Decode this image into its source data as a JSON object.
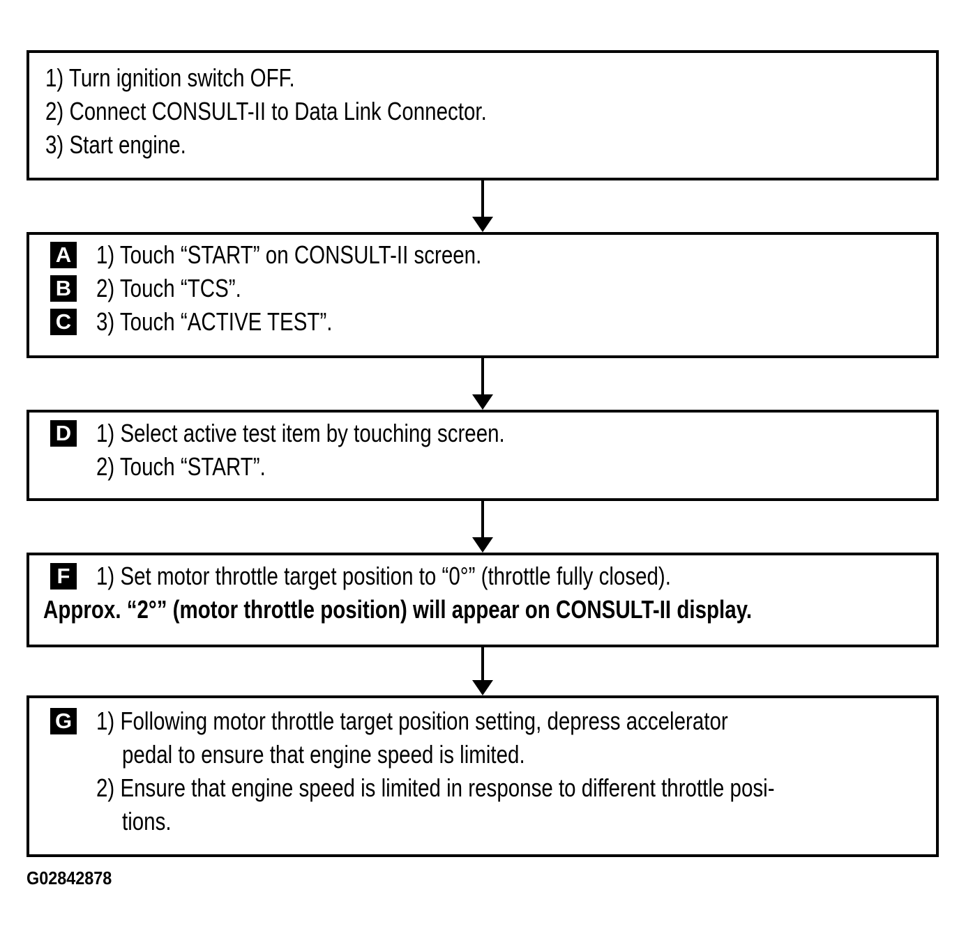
{
  "page": {
    "background_color": "#ffffff",
    "ink_color": "#000000",
    "figure_id": "G02842878"
  },
  "flowchart": {
    "type": "flowchart",
    "direction": "top-down",
    "boxes": [
      {
        "name": "preparation",
        "steps": [
          {
            "tag": "",
            "text": "1) Turn ignition switch OFF."
          },
          {
            "tag": "",
            "text": "2) Connect CONSULT-II to Data Link Connector."
          },
          {
            "tag": "",
            "text": "3) Start engine."
          }
        ]
      },
      {
        "name": "consult-menu-selection",
        "steps": [
          {
            "tag": "A",
            "text": "1) Touch “START” on CONSULT-II screen."
          },
          {
            "tag": "B",
            "text": "2) Touch “TCS”."
          },
          {
            "tag": "C",
            "text": "3) Touch “ACTIVE TEST”."
          }
        ]
      },
      {
        "name": "active-test-selection",
        "steps": [
          {
            "tag": "D",
            "text": "1) Select active test item by touching screen."
          },
          {
            "tag": "",
            "text": "2) Touch “START”."
          }
        ]
      },
      {
        "name": "throttle-target-setting",
        "steps": [
          {
            "tag": "F",
            "text": "1) Set motor throttle target position to “0°” (throttle fully closed)."
          }
        ],
        "note": "Approx. “2°” (motor throttle position) will appear on CONSULT-II display."
      },
      {
        "name": "engine-speed-verification",
        "steps": [
          {
            "tag": "G",
            "text": "1) Following motor throttle target position setting, depress accelerator"
          },
          {
            "tag": "",
            "text": "pedal to ensure that engine speed is limited."
          },
          {
            "tag": "",
            "text": "2) Ensure that engine speed is limited in response to different throttle posi-"
          },
          {
            "tag": "",
            "text": "tions."
          }
        ]
      }
    ]
  }
}
